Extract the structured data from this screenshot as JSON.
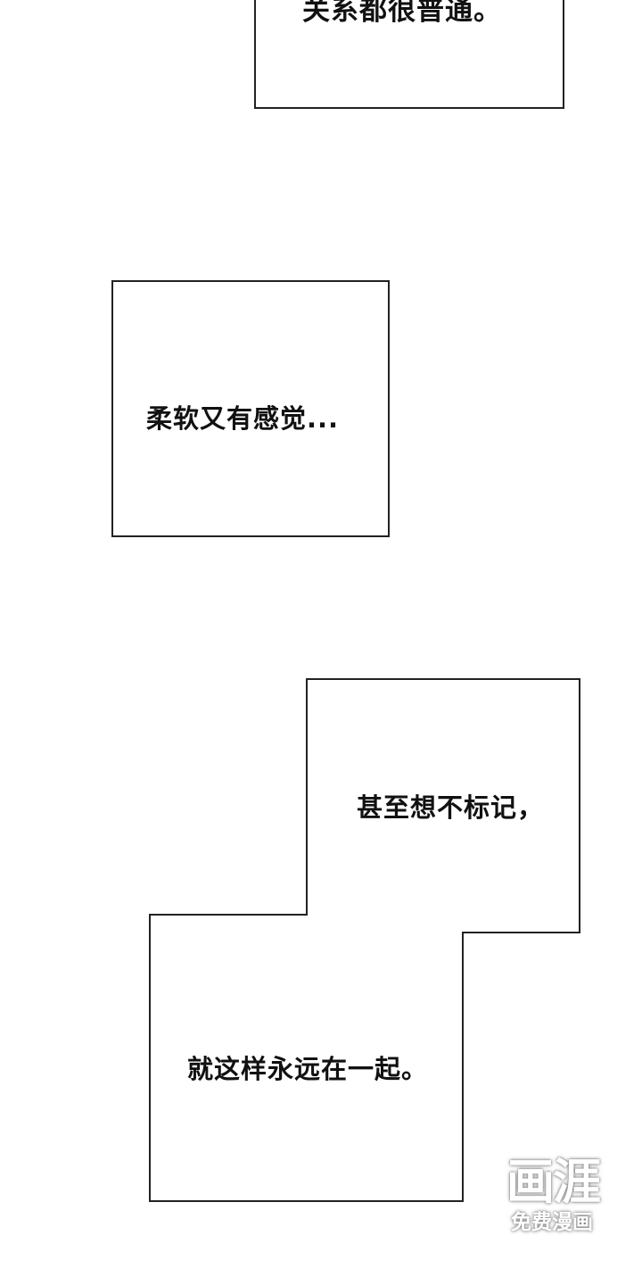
{
  "panels": [
    {
      "text": "关系都很普通。"
    },
    {
      "text": "柔软又有感觉..."
    },
    {
      "text_top": "甚至想不标记，",
      "text_bottom": "就这样永远在一起。"
    }
  ],
  "watermark": {
    "logo": "画涯",
    "caption": "免费漫画"
  }
}
